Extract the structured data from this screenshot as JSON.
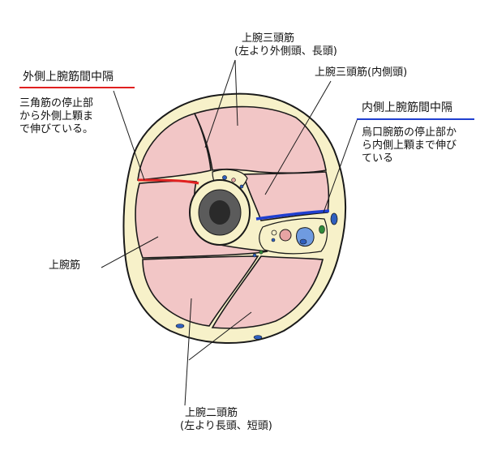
{
  "labels": {
    "triceps": "上腕三頭筋",
    "triceps_sub": "(左より外側頭、長頭)",
    "triceps_medial": "上腕三頭筋(内側頭)",
    "lateral_septum": "外側上腕筋間中隔",
    "lateral_septum_desc_1": "三角筋の停止部",
    "lateral_septum_desc_2": "から外側上顆ま",
    "lateral_septum_desc_3": "で伸びている。",
    "medial_septum": "内側上腕筋間中隔",
    "medial_septum_desc_1": "烏口腕筋の停止部か",
    "medial_septum_desc_2": "ら内側上顆まで伸び",
    "medial_septum_desc_3": "ている",
    "brachialis": "上腕筋",
    "biceps": "上腕二頭筋",
    "biceps_sub": "(左より長頭、短頭)"
  },
  "colors": {
    "skin_fat": "#f7f1c9",
    "muscle": "#f2c6c6",
    "outline": "#1a1a1a",
    "lateral_septum": "#e02020",
    "medial_septum": "#1f3fd0",
    "vessel_blue": "#2f5fbf",
    "vessel_green": "#2f8a3a",
    "artery_pink": "#e8a4a4"
  }
}
